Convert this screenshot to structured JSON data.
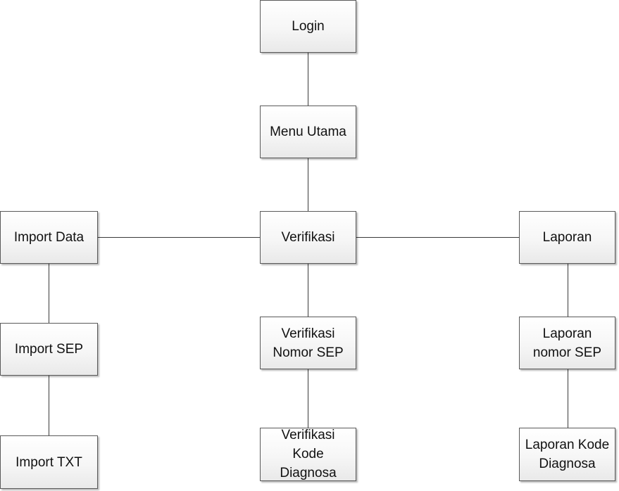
{
  "diagram": {
    "nodes": {
      "login": "Login",
      "menu_utama": "Menu Utama",
      "import_data": "Import Data",
      "verifikasi": "Verifikasi",
      "laporan": "Laporan",
      "import_sep": "Import SEP",
      "verifikasi_nomor_sep": "Verifikasi\nNomor SEP",
      "laporan_nomor_sep": "Laporan\nnomor SEP",
      "import_txt": "Import TXT",
      "verifikasi_kode_diagnosa": "Verifikasi\nKode\nDiagnosa",
      "laporan_kode_diagnosa": "Laporan Kode\nDiagnosa"
    },
    "edges": [
      [
        "login",
        "menu_utama"
      ],
      [
        "menu_utama",
        "verifikasi"
      ],
      [
        "import_data",
        "verifikasi"
      ],
      [
        "verifikasi",
        "laporan"
      ],
      [
        "import_data",
        "import_sep"
      ],
      [
        "import_sep",
        "import_txt"
      ],
      [
        "verifikasi",
        "verifikasi_nomor_sep"
      ],
      [
        "verifikasi_nomor_sep",
        "verifikasi_kode_diagnosa"
      ],
      [
        "laporan",
        "laporan_nomor_sep"
      ],
      [
        "laporan_nomor_sep",
        "laporan_kode_diagnosa"
      ]
    ],
    "colors": {
      "box_border": "#5a5a5a",
      "connector": "#3a3a3a",
      "text": "#111111"
    }
  }
}
